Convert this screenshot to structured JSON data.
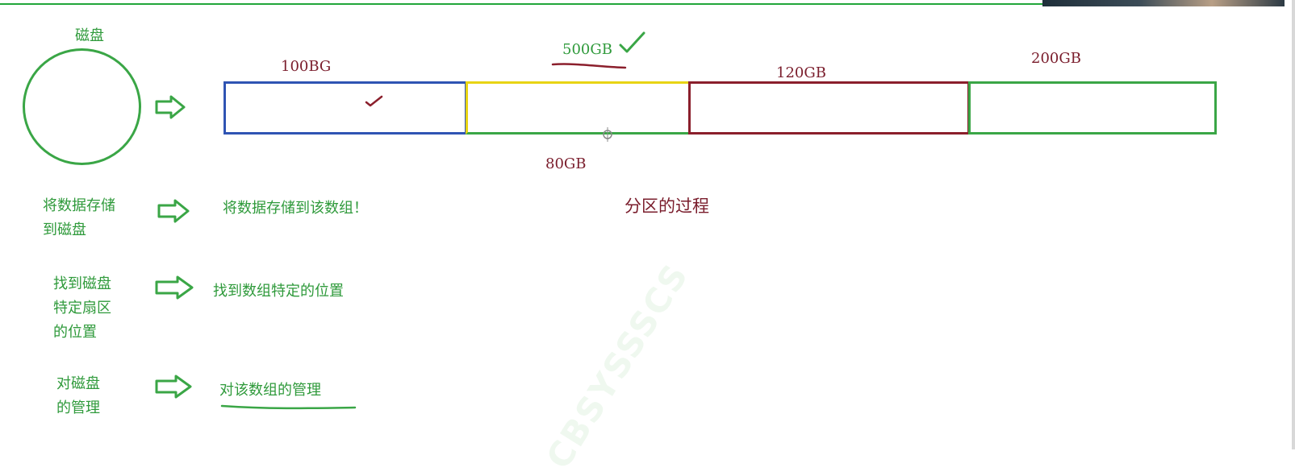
{
  "disk": {
    "label": "磁盘"
  },
  "partitions": {
    "top_labels": {
      "p1": "100BG",
      "total": "500GB",
      "p3": "120GB",
      "p4": "200GB"
    },
    "bottom_label": "80GB",
    "process_label": "分区的过程"
  },
  "rows": [
    {
      "left": "将数据存储\n到磁盘",
      "right": "将数据存储到该数组！"
    },
    {
      "left": "找到磁盘\n特定扇区\n的位置",
      "right": "找到数组特定的位置"
    },
    {
      "left": "对磁盘\n的管理",
      "right": "对该数组的管理"
    }
  ],
  "watermark": "CBSYSSSCS",
  "colors": {
    "green": "#2f9a3b",
    "dark_red": "#7a1d2c",
    "blue": "#2f54b3",
    "yellow": "#e8d414",
    "red": "#8b1f2c"
  }
}
